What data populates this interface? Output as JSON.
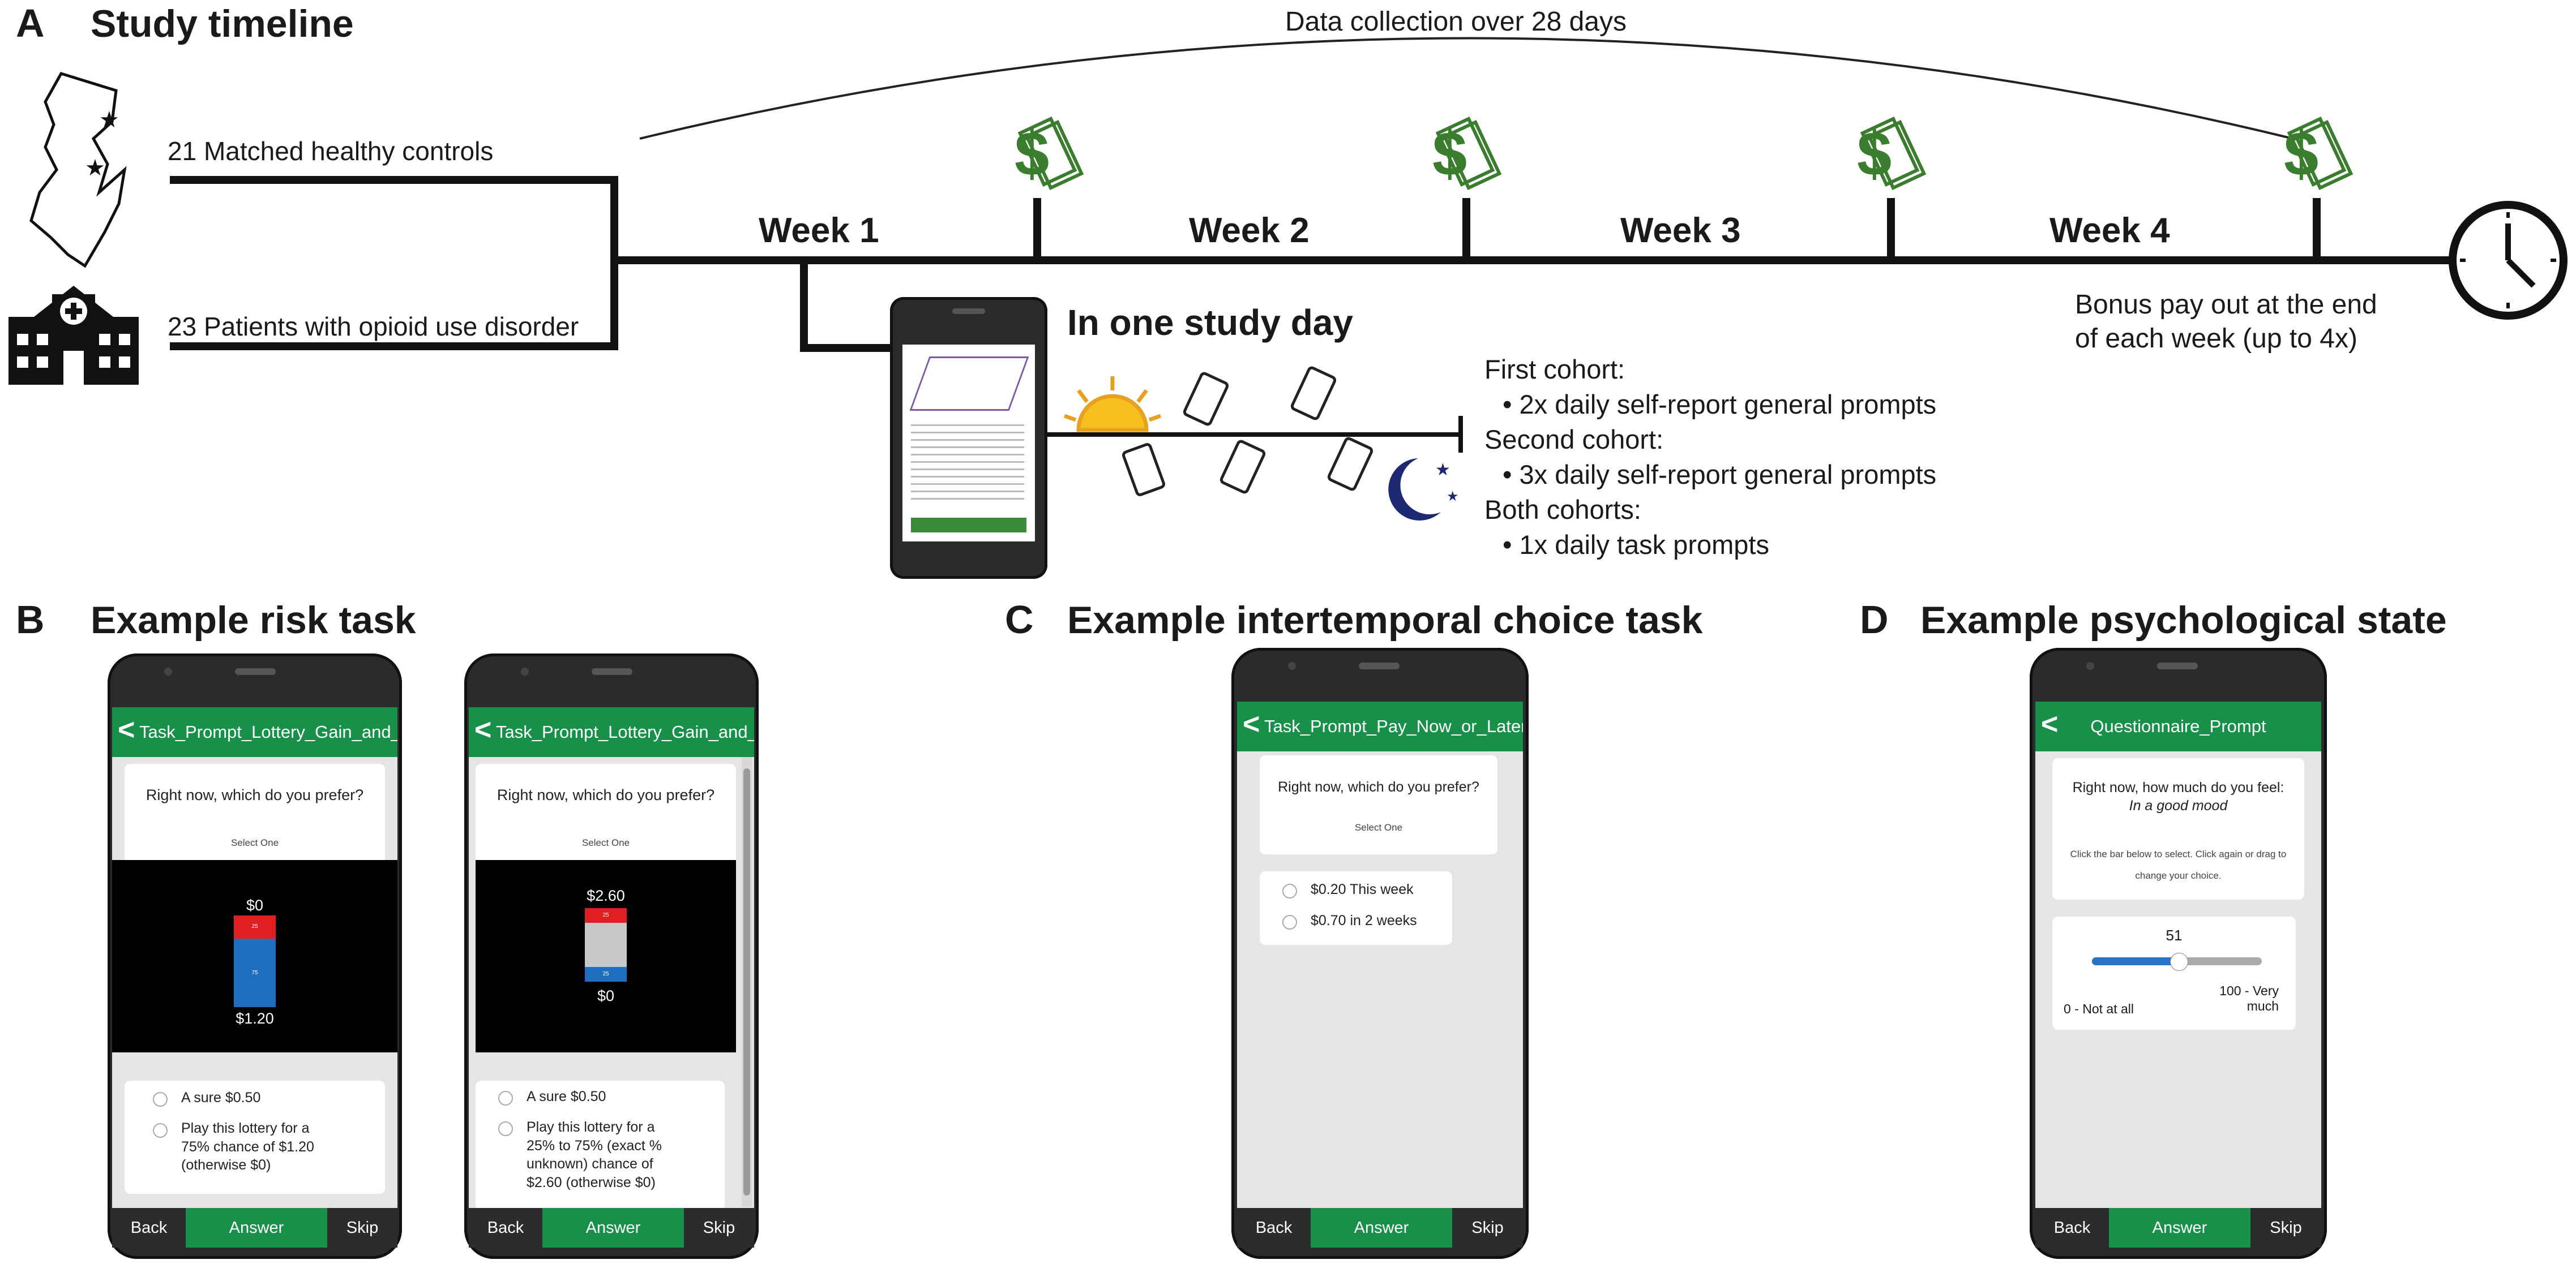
{
  "panels": {
    "a": {
      "letter": "A",
      "title": "Study timeline"
    },
    "b": {
      "letter": "B",
      "title": "Example risk task"
    },
    "c": {
      "letter": "C",
      "title": "Example intertemporal choice task"
    },
    "d": {
      "letter": "D",
      "title": "Example psychological state"
    }
  },
  "timeline": {
    "data_collection": "Data collection over 28 days",
    "controls": "21 Matched healthy controls",
    "patients": "23 Patients with opioid use disorder",
    "weeks": [
      "Week 1",
      "Week 2",
      "Week 3",
      "Week 4"
    ],
    "bonus_line1": "Bonus pay out at the end",
    "bonus_line2": "of each week (up to 4x)",
    "study_day_title": "In one study day"
  },
  "cohorts": {
    "first": "First cohort:",
    "first_item": "• 2x daily self-report general prompts",
    "second": "Second cohort:",
    "second_item": "• 3x daily self-report general prompts",
    "both": "Both cohorts:",
    "both_item": "• 1x daily task prompts"
  },
  "risk_phone1": {
    "header": "Task_Prompt_Lottery_Gain_and_Loss",
    "question": "Right now, which do you prefer?",
    "select": "Select One",
    "top_value": "$0",
    "bottom_value": "$1.20",
    "top_pct": "25",
    "bottom_pct": "75",
    "top_fraction": 0.25,
    "opt1": "A sure $0.50",
    "opt2_l1": "Play this lottery for a",
    "opt2_l2": "75% chance of $1.20",
    "opt2_l3": "(otherwise $0)",
    "back": "Back",
    "answer": "Answer",
    "skip": "Skip"
  },
  "risk_phone2": {
    "header": "Task_Prompt_Lottery_Gain_and_Loss",
    "question": "Right now, which do you prefer?",
    "select": "Select One",
    "top_value": "$2.60",
    "bottom_value": "$0",
    "top_pct": "25",
    "bottom_pct": "25",
    "opt1": "A sure $0.50",
    "opt2_l1": "Play this lottery for a",
    "opt2_l2": "25% to 75% (exact %",
    "opt2_l3": "unknown) chance of",
    "opt2_l4": "$2.60 (otherwise $0)",
    "back": "Back",
    "answer": "Answer",
    "skip": "Skip"
  },
  "choice_phone": {
    "header": "Task_Prompt_Pay_Now_or_Later_",
    "question": "Right now, which do you prefer?",
    "select": "Select One",
    "opt1": "$0.20 This week",
    "opt2": "$0.70 in 2 weeks",
    "back": "Back",
    "answer": "Answer",
    "skip": "Skip"
  },
  "state_phone": {
    "header": "Questionnaire_Prompt",
    "question": "Right now, how much do you feel:",
    "mood": "In a good mood",
    "instr1": "Click the bar below to select. Click again or drag to",
    "instr2": "change your choice.",
    "value": "51",
    "slider_fraction": 0.51,
    "min_label": "0 - Not at all",
    "max_label1": "100 - Very",
    "max_label2": "much",
    "back": "Back",
    "answer": "Answer",
    "skip": "Skip"
  },
  "icons": {
    "money": "money-icon",
    "clock": "clock-icon",
    "hospital": "hospital-icon",
    "map": "new-jersey-map-icon",
    "sun": "sun-icon",
    "moon": "moon-icon",
    "vibrating_phone": "vibrating-phone-icon"
  },
  "colors": {
    "green": "#19904a",
    "money_green": "#3a7d2e",
    "red": "#e02020",
    "blue": "#1f6fc0"
  }
}
